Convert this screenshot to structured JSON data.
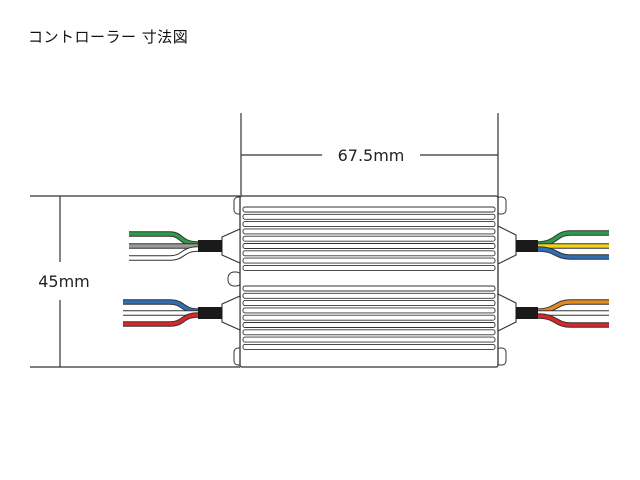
{
  "title": "コントローラー 寸法図",
  "dimensions": {
    "width_label": "67.5mm",
    "height_label": "45mm"
  },
  "wires": {
    "upper_left": [
      "#2e9b4a",
      "#9a9a9a",
      "#ffffff"
    ],
    "lower_left": [
      "#2f6db5",
      "#ffffff",
      "#d8262a"
    ],
    "upper_right": [
      "#2e9b4a",
      "#f2d21b",
      "#2f6db5"
    ],
    "lower_right": [
      "#e38b1e",
      "#ffffff",
      "#d8262a"
    ]
  }
}
